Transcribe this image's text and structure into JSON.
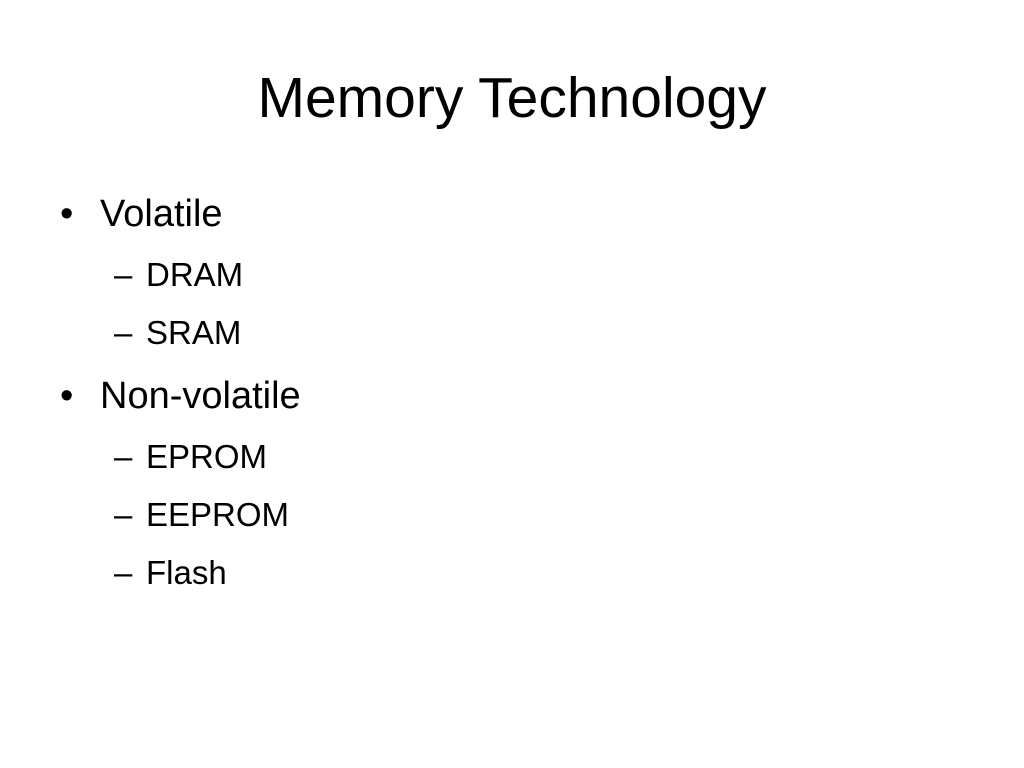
{
  "slide": {
    "title": "Memory Technology",
    "bullet_glyph": "•",
    "dash_glyph": "–",
    "items": [
      {
        "label": "Volatile",
        "subitems": [
          "DRAM",
          "SRAM"
        ]
      },
      {
        "label": "Non-volatile",
        "subitems": [
          "EPROM",
          "EEPROM",
          "Flash"
        ]
      }
    ]
  },
  "colors": {
    "background": "#ffffff",
    "text": "#000000"
  }
}
